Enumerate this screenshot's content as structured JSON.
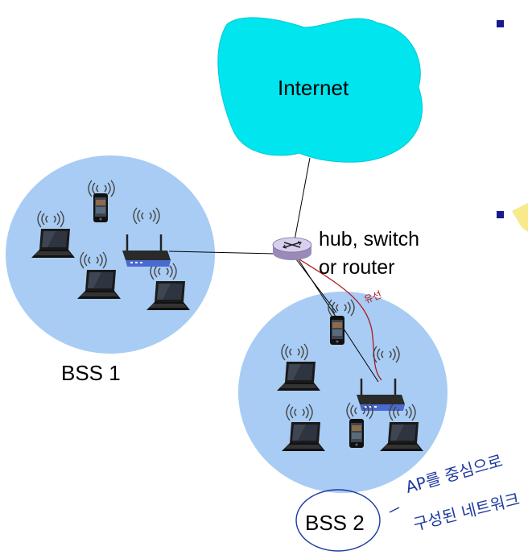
{
  "labels": {
    "internet": "Internet",
    "hub_line1": "hub, switch",
    "hub_line2": "or router",
    "bss1": "BSS 1",
    "bss2": "BSS 2"
  },
  "annotations": {
    "wired": "유선",
    "note_line1": "AP를 중심으로",
    "note_line2": "구성된 네트워크"
  },
  "colors": {
    "cloud": "#00e5ee",
    "bss_fill": "#a8ccf4",
    "bullet": "#1a1a8c",
    "red_link": "#b0181e",
    "ink": "#1e3aa0",
    "sticky": "#f8e98a"
  },
  "icons": {
    "router": "router-icon",
    "access_point": "access-point-icon",
    "laptop": "laptop-icon",
    "phone": "smartphone-icon",
    "signal": "wireless-signal-icon"
  }
}
